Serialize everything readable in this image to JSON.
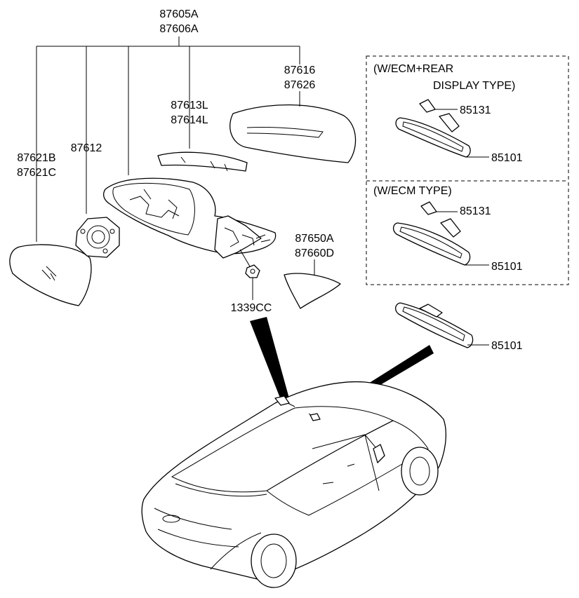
{
  "labels": {
    "mirror_assy_lh": "87605A",
    "mirror_assy_rh": "87606A",
    "scalp_lh": "87616",
    "scalp_rh": "87626",
    "lamp_lh": "87613L",
    "lamp_rh": "87614L",
    "actuator": "87612",
    "glass_lh": "87621B",
    "glass_rh": "87621C",
    "cover_lh": "87650A",
    "cover_rh": "87660D",
    "nut": "1339CC",
    "inside_mirror_1": "85101",
    "inside_mirror_2": "85101",
    "inside_mirror_3": "85101",
    "cover_cap_1": "85131",
    "cover_cap_2": "85131"
  },
  "options": {
    "box1_line1": "(W/ECM+REAR",
    "box1_line2": "DISPLAY TYPE)",
    "box2_line1": "(W/ECM TYPE)"
  }
}
